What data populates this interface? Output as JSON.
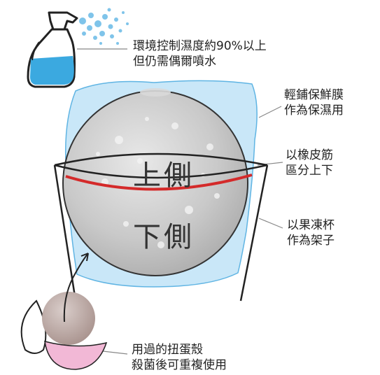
{
  "annotations": {
    "spray_line1": "環境控制濕度約90%以上",
    "spray_line2": "但仍需偶爾噴水",
    "wrap_line1": "輕鋪保鮮膜",
    "wrap_line2": "作為保濕用",
    "band_line1": "以橡皮筋",
    "band_line2": "區分上下",
    "cup_line1": "以果凍杯",
    "cup_line2": "作為架子",
    "shell_line1": "用過的扭蛋殼",
    "shell_line2": "殺菌後可重複使用"
  },
  "sphere": {
    "upper_label": "上側",
    "lower_label": "下側"
  },
  "colors": {
    "film": "#a9d8f2",
    "film_edge": "#4aa8dd",
    "rubber_band": "#d42a2a",
    "spray_liquid": "#3ba9e0",
    "shell_pink": "#f2b8d6",
    "shell_mauve": "#c8b9b5"
  }
}
